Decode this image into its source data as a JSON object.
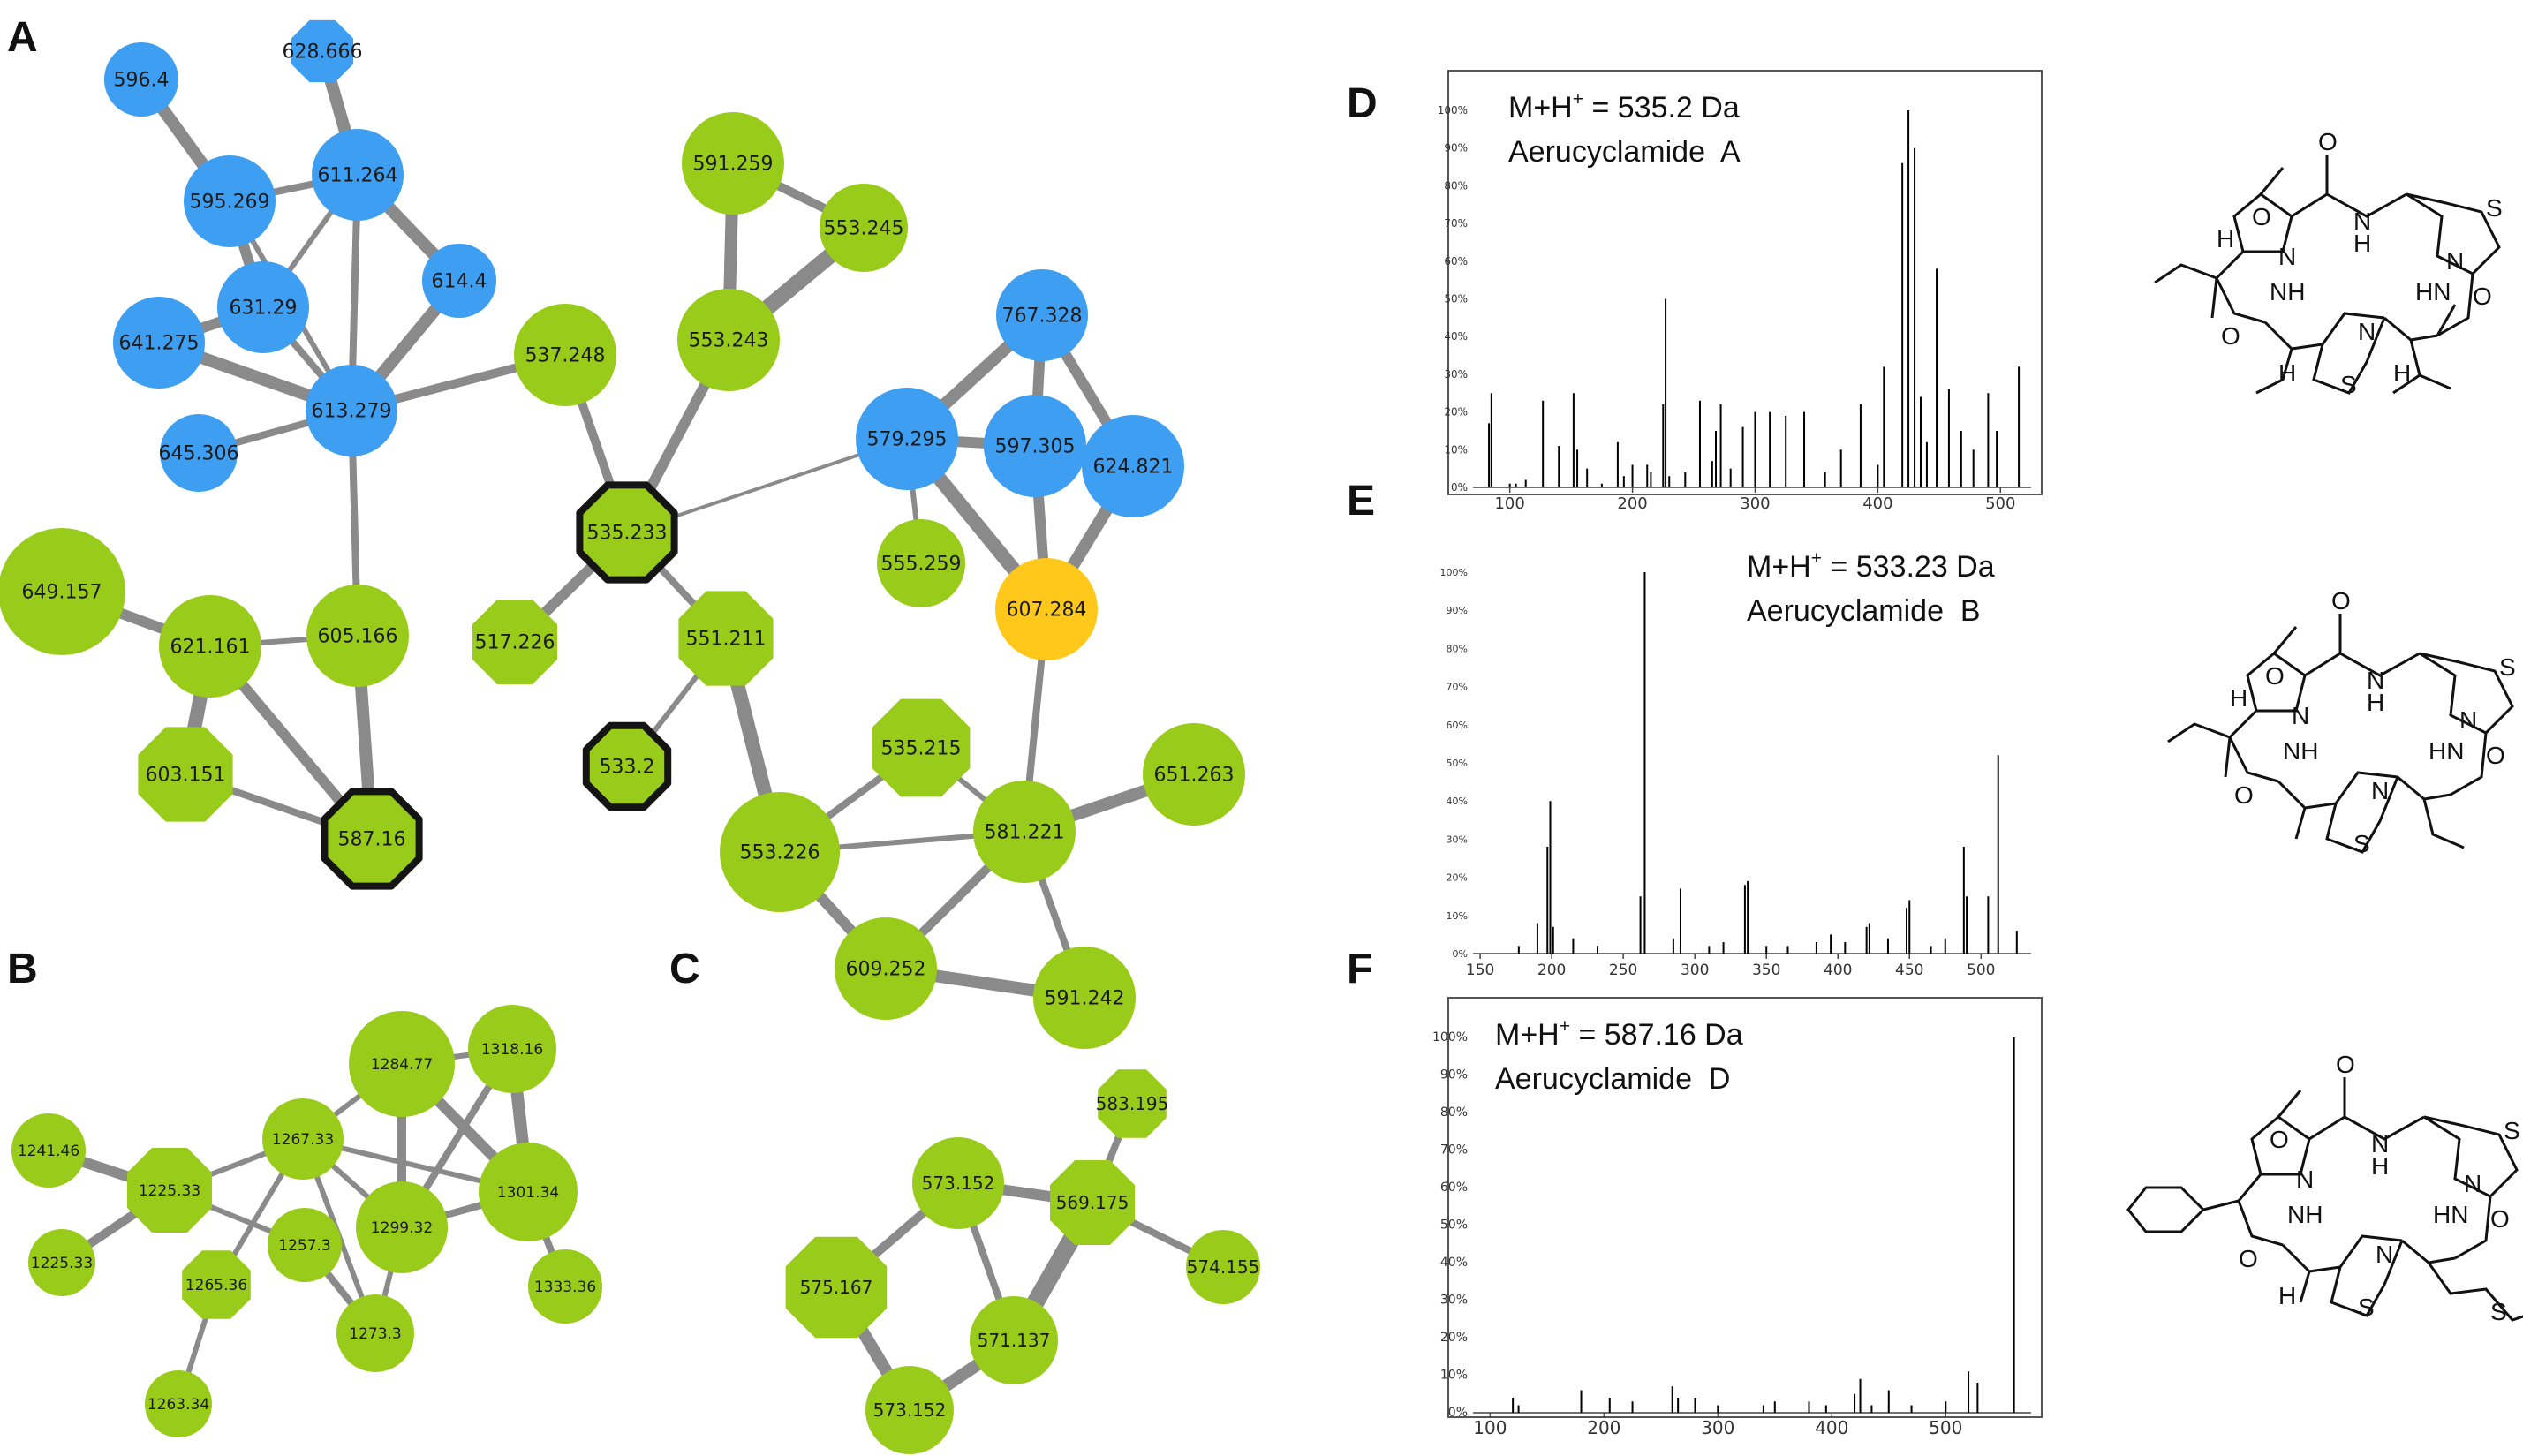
{
  "colors": {
    "blue": "#3D9EF2",
    "green": "#99CC1A",
    "yellow": "#FFC81A",
    "edge": "#8A8A8A",
    "highlight_border": "#141414"
  },
  "panels": {
    "A": "A",
    "B": "B",
    "C": "C",
    "D": "D",
    "E": "E",
    "F": "F"
  },
  "networks": {
    "A": {
      "nodes": [
        {
          "id": "596.4",
          "color": "blue",
          "shape": "circle"
        },
        {
          "id": "628.666",
          "color": "blue",
          "shape": "octagon"
        },
        {
          "id": "611.264",
          "color": "blue",
          "shape": "circle"
        },
        {
          "id": "595.269",
          "color": "blue",
          "shape": "circle"
        },
        {
          "id": "631.29",
          "color": "blue",
          "shape": "circle"
        },
        {
          "id": "614.4",
          "color": "blue",
          "shape": "circle"
        },
        {
          "id": "641.275",
          "color": "blue",
          "shape": "circle"
        },
        {
          "id": "613.279",
          "color": "blue",
          "shape": "circle"
        },
        {
          "id": "645.306",
          "color": "blue",
          "shape": "circle"
        },
        {
          "id": "537.248",
          "color": "green",
          "shape": "circle"
        },
        {
          "id": "591.259",
          "color": "green",
          "shape": "circle"
        },
        {
          "id": "553.245",
          "color": "green",
          "shape": "circle"
        },
        {
          "id": "553.243",
          "color": "green",
          "shape": "circle"
        },
        {
          "id": "535.233",
          "color": "green",
          "shape": "octagon",
          "highlight": true
        },
        {
          "id": "767.328",
          "color": "blue",
          "shape": "circle"
        },
        {
          "id": "579.295",
          "color": "blue",
          "shape": "circle"
        },
        {
          "id": "597.305",
          "color": "blue",
          "shape": "circle"
        },
        {
          "id": "624.821",
          "color": "blue",
          "shape": "circle"
        },
        {
          "id": "555.259",
          "color": "green",
          "shape": "circle"
        },
        {
          "id": "607.284",
          "color": "yellow",
          "shape": "circle"
        },
        {
          "id": "649.157",
          "color": "green",
          "shape": "circle"
        },
        {
          "id": "621.161",
          "color": "green",
          "shape": "circle"
        },
        {
          "id": "605.166",
          "color": "green",
          "shape": "circle"
        },
        {
          "id": "603.151",
          "color": "green",
          "shape": "octagon"
        },
        {
          "id": "587.16",
          "color": "green",
          "shape": "octagon",
          "highlight": true
        },
        {
          "id": "517.226",
          "color": "green",
          "shape": "octagon"
        },
        {
          "id": "551.211",
          "color": "green",
          "shape": "octagon"
        },
        {
          "id": "533.2",
          "color": "green",
          "shape": "octagon",
          "highlight": true
        },
        {
          "id": "535.215",
          "color": "green",
          "shape": "octagon"
        },
        {
          "id": "553.226",
          "color": "green",
          "shape": "circle"
        },
        {
          "id": "581.221",
          "color": "green",
          "shape": "circle"
        },
        {
          "id": "651.263",
          "color": "green",
          "shape": "circle"
        },
        {
          "id": "609.252",
          "color": "green",
          "shape": "circle"
        },
        {
          "id": "591.242",
          "color": "green",
          "shape": "circle"
        }
      ],
      "edges": [
        [
          "596.4",
          "595.269"
        ],
        [
          "628.666",
          "611.264"
        ],
        [
          "595.269",
          "611.264"
        ],
        [
          "595.269",
          "631.29"
        ],
        [
          "611.264",
          "631.29"
        ],
        [
          "611.264",
          "614.4"
        ],
        [
          "611.264",
          "613.279"
        ],
        [
          "595.269",
          "613.279"
        ],
        [
          "631.29",
          "641.275"
        ],
        [
          "631.29",
          "613.279"
        ],
        [
          "641.275",
          "613.279"
        ],
        [
          "614.4",
          "613.279"
        ],
        [
          "645.306",
          "613.279"
        ],
        [
          "613.279",
          "537.248"
        ],
        [
          "613.279",
          "605.166"
        ],
        [
          "537.248",
          "535.233"
        ],
        [
          "591.259",
          "553.245"
        ],
        [
          "553.245",
          "553.243"
        ],
        [
          "591.259",
          "553.243"
        ],
        [
          "553.243",
          "535.233"
        ],
        [
          "535.233",
          "579.295"
        ],
        [
          "535.233",
          "517.226"
        ],
        [
          "535.233",
          "551.211"
        ],
        [
          "551.211",
          "533.2"
        ],
        [
          "551.211",
          "553.226"
        ],
        [
          "579.295",
          "767.328"
        ],
        [
          "579.295",
          "597.305"
        ],
        [
          "767.328",
          "597.305"
        ],
        [
          "767.328",
          "624.821"
        ],
        [
          "597.305",
          "624.821"
        ],
        [
          "579.295",
          "607.284"
        ],
        [
          "597.305",
          "607.284"
        ],
        [
          "624.821",
          "607.284"
        ],
        [
          "579.295",
          "555.259"
        ],
        [
          "607.284",
          "581.221"
        ],
        [
          "649.157",
          "621.161"
        ],
        [
          "621.161",
          "605.166"
        ],
        [
          "621.161",
          "603.151"
        ],
        [
          "621.161",
          "587.16"
        ],
        [
          "605.166",
          "587.16"
        ],
        [
          "603.151",
          "587.16"
        ],
        [
          "535.215",
          "581.221"
        ],
        [
          "553.226",
          "581.221"
        ],
        [
          "581.221",
          "651.263"
        ],
        [
          "553.226",
          "609.252"
        ],
        [
          "581.221",
          "609.252"
        ],
        [
          "581.221",
          "591.242"
        ],
        [
          "609.252",
          "591.242"
        ],
        [
          "535.215",
          "553.226"
        ]
      ]
    },
    "B": {
      "nodes": [
        {
          "id": "1241.46",
          "shape": "circle"
        },
        {
          "id": "1225.33",
          "shape": "octagon"
        },
        {
          "id": "1225.33 ",
          "shape": "circle"
        },
        {
          "id": "1267.33",
          "shape": "circle"
        },
        {
          "id": "1284.77",
          "shape": "circle"
        },
        {
          "id": "1318.16",
          "shape": "circle"
        },
        {
          "id": "1299.32",
          "shape": "circle"
        },
        {
          "id": "1301.34",
          "shape": "circle"
        },
        {
          "id": "1257.3",
          "shape": "circle"
        },
        {
          "id": "1265.36",
          "shape": "octagon"
        },
        {
          "id": "1273.3",
          "shape": "circle"
        },
        {
          "id": "1333.36",
          "shape": "circle"
        },
        {
          "id": "1263.34",
          "shape": "circle"
        }
      ],
      "edges": [
        [
          "1241.46",
          "1225.33"
        ],
        [
          "1225.33",
          "1225.33 "
        ],
        [
          "1225.33",
          "1267.33"
        ],
        [
          "1225.33",
          "1257.3"
        ],
        [
          "1267.33",
          "1284.77"
        ],
        [
          "1267.33",
          "1301.34"
        ],
        [
          "1267.33",
          "1265.36"
        ],
        [
          "1267.33",
          "1299.32"
        ],
        [
          "1267.33",
          "1273.3"
        ],
        [
          "1284.77",
          "1299.32"
        ],
        [
          "1284.77",
          "1301.34"
        ],
        [
          "1318.16",
          "1299.32"
        ],
        [
          "1318.16",
          "1301.34"
        ],
        [
          "1299.32",
          "1301.34"
        ],
        [
          "1299.32",
          "1273.3"
        ],
        [
          "1257.3",
          "1273.3"
        ],
        [
          "1301.34",
          "1333.36"
        ],
        [
          "1265.36",
          "1263.34"
        ],
        [
          "1284.77",
          "1318.16"
        ]
      ]
    },
    "C": {
      "nodes": [
        {
          "id": "583.195",
          "shape": "octagon"
        },
        {
          "id": "573.152",
          "shape": "circle"
        },
        {
          "id": "569.175",
          "shape": "octagon"
        },
        {
          "id": "574.155",
          "shape": "circle"
        },
        {
          "id": "575.167",
          "shape": "octagon"
        },
        {
          "id": "571.137",
          "shape": "circle"
        },
        {
          "id": "573.152 ",
          "shape": "circle"
        }
      ],
      "edges": [
        [
          "583.195",
          "569.175"
        ],
        [
          "573.152",
          "569.175"
        ],
        [
          "569.175",
          "574.155"
        ],
        [
          "573.152",
          "571.137"
        ],
        [
          "569.175",
          "571.137"
        ],
        [
          "575.167",
          "573.152"
        ],
        [
          "575.167",
          "573.152 "
        ],
        [
          "573.152 ",
          "571.137"
        ]
      ]
    }
  },
  "spectra": [
    {
      "panel": "D",
      "mass_label": "M+H",
      "mass_value": " = 535.2 Da",
      "compound": "Aerucyclamide  A",
      "x_ticks": [
        "100",
        "200",
        "300",
        "400",
        "500"
      ],
      "y_ticks": [
        "0%",
        "10%",
        "20%",
        "30%",
        "40%",
        "50%",
        "60%",
        "70%",
        "80%",
        "90%",
        "100%"
      ]
    },
    {
      "panel": "E",
      "mass_label": "M+H",
      "mass_value": " = 533.23 Da",
      "compound": "Aerucyclamide  B",
      "x_ticks": [
        "150",
        "200",
        "250",
        "300",
        "350",
        "400",
        "450",
        "500"
      ],
      "y_ticks": [
        "0%",
        "10%",
        "20%",
        "30%",
        "40%",
        "50%",
        "60%",
        "70%",
        "80%",
        "90%",
        "100%"
      ]
    },
    {
      "panel": "F",
      "mass_label": "M+H",
      "mass_value": " = 587.16 Da",
      "compound": "Aerucyclamide  D",
      "x_ticks": [
        "100",
        "200",
        "300",
        "400",
        "500"
      ],
      "y_ticks": [
        "0%",
        "10%",
        "20%",
        "30%",
        "40%",
        "50%",
        "60%",
        "70%",
        "80%",
        "90%",
        "100%"
      ]
    }
  ],
  "chart_data": [
    {
      "type": "bar",
      "title": "M+H+ = 535.2 Da Aerucyclamide A",
      "xlim": [
        70,
        525
      ],
      "ylim": [
        0,
        100
      ],
      "x": [
        83,
        85,
        100,
        105,
        113,
        127,
        140,
        152,
        155,
        163,
        175,
        188,
        193,
        200,
        212,
        215,
        225,
        227,
        230,
        243,
        255,
        265,
        268,
        272,
        280,
        290,
        300,
        312,
        325,
        340,
        357,
        370,
        386,
        400,
        405,
        420,
        425,
        430,
        435,
        440,
        448,
        458,
        468,
        478,
        490,
        497,
        515
      ],
      "values": [
        17,
        25,
        1,
        1,
        2,
        23,
        11,
        25,
        10,
        5,
        1,
        12,
        3,
        6,
        6,
        4,
        22,
        50,
        3,
        4,
        23,
        7,
        15,
        22,
        5,
        16,
        20,
        20,
        19,
        20,
        4,
        10,
        22,
        6,
        32,
        86,
        100,
        90,
        24,
        12,
        58,
        26,
        15,
        10,
        25,
        15,
        32
      ]
    },
    {
      "type": "bar",
      "title": "M+H+ = 533.23 Da Aerucyclamide B",
      "xlim": [
        145,
        535
      ],
      "ylim": [
        0,
        100
      ],
      "x": [
        177,
        190,
        197,
        199,
        201,
        215,
        232,
        262,
        265,
        285,
        290,
        310,
        320,
        335,
        337,
        350,
        365,
        385,
        395,
        405,
        420,
        422,
        435,
        448,
        450,
        465,
        475,
        488,
        490,
        505,
        512,
        525
      ],
      "values": [
        2,
        8,
        28,
        40,
        7,
        4,
        2,
        15,
        100,
        4,
        17,
        2,
        3,
        18,
        19,
        2,
        2,
        3,
        5,
        3,
        7,
        8,
        4,
        12,
        14,
        2,
        4,
        28,
        15,
        15,
        52,
        6
      ]
    },
    {
      "type": "bar",
      "title": "M+H+ = 587.16 Da Aerucyclamide D",
      "xlim": [
        85,
        575
      ],
      "ylim": [
        0,
        100
      ],
      "x": [
        120,
        125,
        180,
        205,
        225,
        260,
        265,
        280,
        300,
        340,
        350,
        380,
        395,
        420,
        425,
        435,
        450,
        470,
        500,
        520,
        528,
        560
      ],
      "values": [
        4,
        2,
        6,
        4,
        3,
        7,
        4,
        4,
        2,
        2,
        3,
        3,
        2,
        5,
        9,
        2,
        6,
        2,
        3,
        11,
        8,
        100
      ]
    }
  ]
}
